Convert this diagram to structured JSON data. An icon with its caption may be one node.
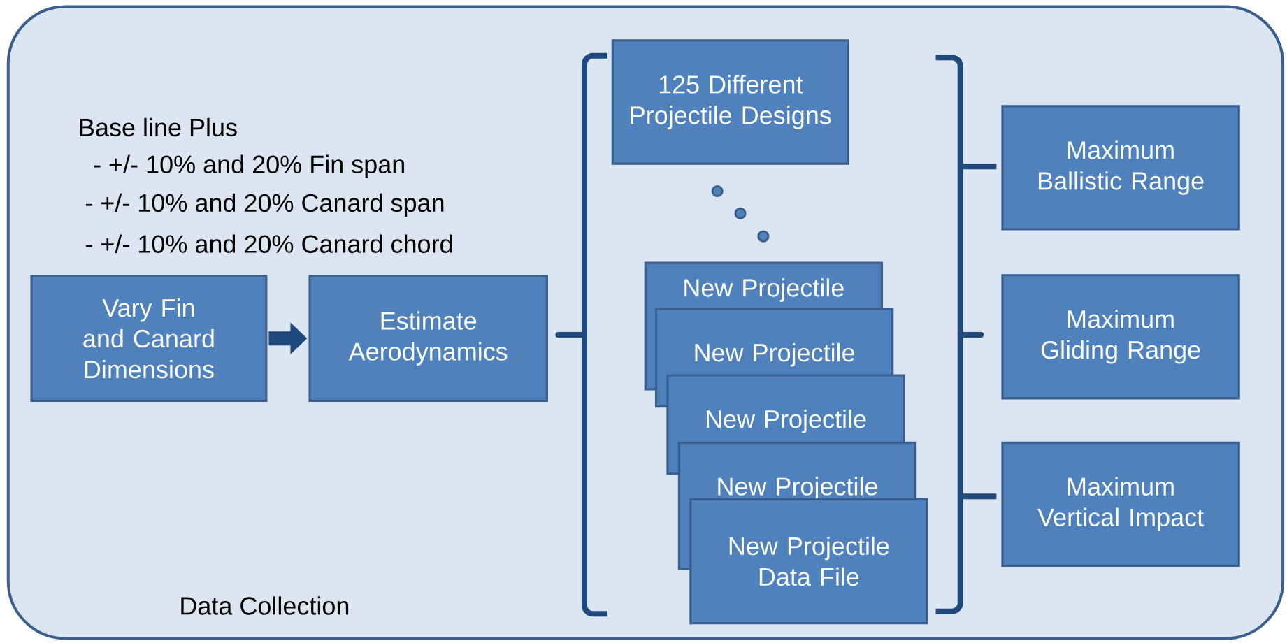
{
  "diagram": {
    "nodes": [
      {
        "text": [
          "Data Collection"
        ]
      },
      {
        "text": [
          "Vary Fin and Canard Dimensions"
        ],
        "in": 0
      },
      {
        "text": [
          "Estimate Aerodynamics"
        ],
        "in": 0
      },
      {
        "text": [
          "125 Different Projectile Designs"
        ],
        "in": 0
      },
      {
        "text": [
          "New Projectile"
        ],
        "in": 0
      },
      {
        "text": [
          "New Projectile"
        ],
        "in": 0
      },
      {
        "text": [
          "New Projectile"
        ],
        "in": 0
      },
      {
        "text": [
          "New Projectile"
        ],
        "in": 0
      },
      {
        "text": [
          "New Projectile Data File"
        ],
        "in": 0
      },
      {
        "text": [
          "Maximum Ballistic Range"
        ],
        "in": 0
      },
      {
        "text": [
          "Maximum Gliding Range"
        ],
        "in": 0
      },
      {
        "text": [
          "Maximum Vertical Impact"
        ],
        "in": 0
      }
    ],
    "edges": [
      {
        "from": 1,
        "to": 2,
        "arrow": "to"
      }
    ],
    "labels": [
      "Base line Plus",
      "- +/- 10% and 20% Fin span",
      "- +/- 10% and 20% Canard span",
      "- +/- 10% and 20% Canard chord"
    ]
  }
}
